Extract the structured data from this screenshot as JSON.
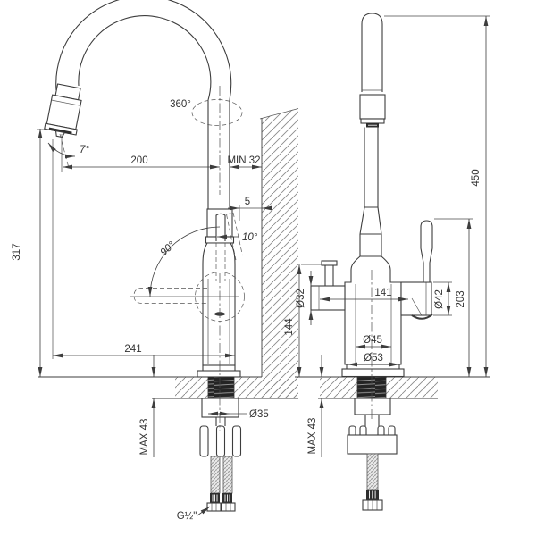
{
  "colors": {
    "background": "#ffffff",
    "line": "#3d3d3d",
    "text": "#333333",
    "hatch": "#8a8a8a",
    "dark_fill": "#2c2c2c"
  },
  "side_view": {
    "angle_swivel": "360°",
    "angle_spout_tilt": "7°",
    "dim_spout_reach": "200",
    "dim_wall_clearance_min": "MIN 32",
    "dim_spout_height": "317",
    "dim_handle_wall_gap": "5",
    "angle_handle_tilt": "10°",
    "angle_handle_travel": "90°",
    "dim_overall_reach": "241",
    "dim_deck_thickness_max": "MAX 43",
    "dim_mount_hole": "Ø35",
    "thread_connection": "G½\""
  },
  "front_view": {
    "dim_overall_height": "450",
    "dim_lever_height": "203",
    "dim_valve_height": "144",
    "dim_port_span": "141",
    "dim_valve_diameter": "Ø32",
    "dim_hub_diameter": "Ø42",
    "dim_body_diameter": "Ø45",
    "dim_base_diameter": "Ø53",
    "dim_deck_thickness_max": "MAX 43"
  }
}
